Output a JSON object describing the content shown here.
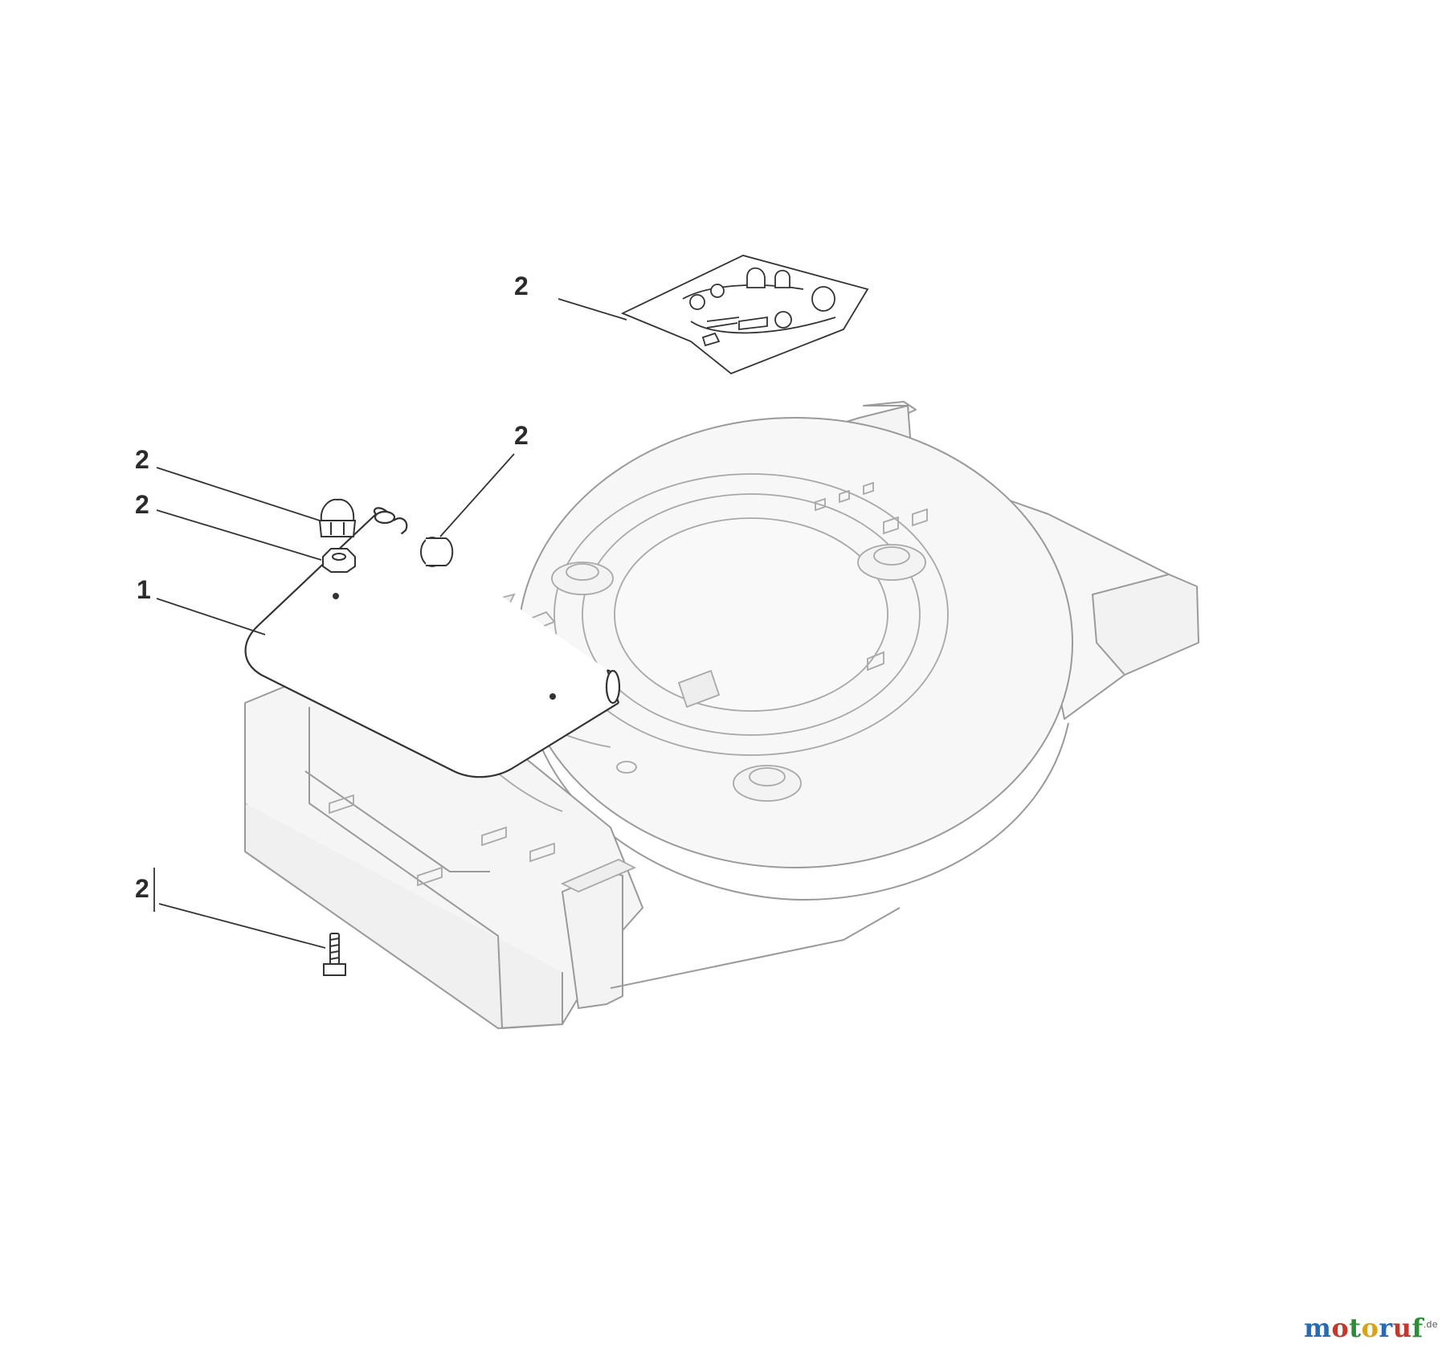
{
  "callouts": {
    "kit": "2",
    "plug": "2",
    "cap_nut": "2",
    "lock_nut": "2",
    "handle_bar": "1",
    "bolt": "2"
  },
  "watermark": {
    "letters": [
      "m",
      "o",
      "t",
      "o",
      "r",
      "u",
      "f"
    ],
    "letter_colors": [
      "#2a6ab5",
      "#c0392b",
      "#2e8b3a",
      "#d9a21b",
      "#2a6ab5",
      "#c0392b",
      "#2e8b3a"
    ],
    "suffix": ".de"
  },
  "colors": {
    "deck_fill": "#f7f7f7",
    "line": "#9a9a9a",
    "dark_line": "#333333",
    "leader": "#333333"
  }
}
